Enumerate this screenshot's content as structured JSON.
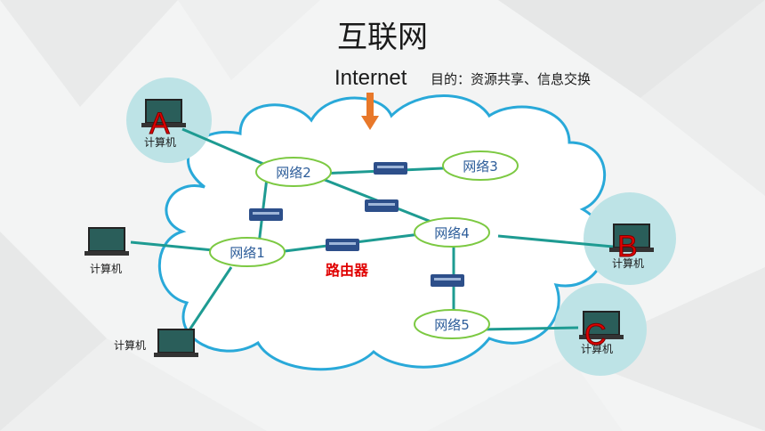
{
  "title": "互联网",
  "internet_label": "Internet",
  "purpose": "目的：资源共享、信息交换",
  "router_label": "路由器",
  "computer_label": "计算机",
  "networks": [
    "网络1",
    "网络2",
    "网络3",
    "网络4",
    "网络5"
  ],
  "hosts": [
    "A",
    "B",
    "C"
  ],
  "colors": {
    "cloud_border": "#29a9d9",
    "link": "#1e9b92",
    "network_bubble_border": "#7cc942",
    "network_text": "#2d5d9a",
    "host_letter": "#e00000",
    "host_circle": "#bde3e6",
    "arrow": "#e8782a"
  }
}
